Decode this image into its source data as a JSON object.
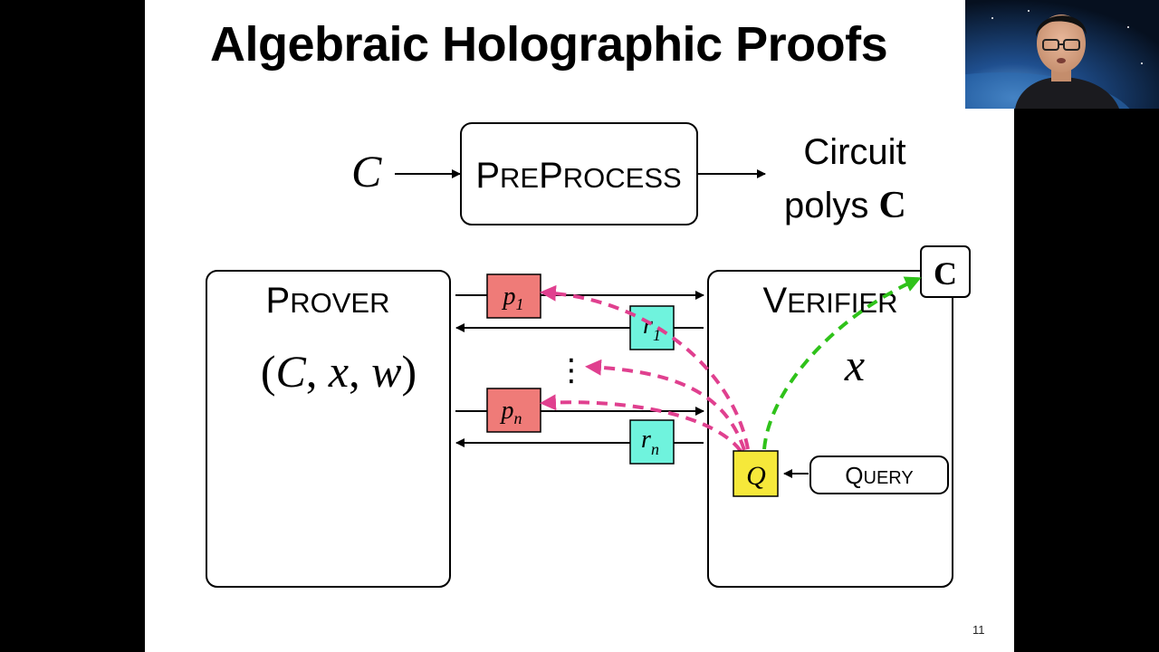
{
  "slide": {
    "title": "Algebraic Holographic Proofs",
    "page_number": "11"
  },
  "preprocess": {
    "input_symbol": "C",
    "box": {
      "first": "P",
      "rest1": "RE",
      "mid": "P",
      "rest2": "ROCESS"
    },
    "output_line1": "Circuit",
    "output_line2_text": "polys ",
    "output_line2_bold": "C"
  },
  "prover": {
    "label": {
      "first": "P",
      "rest": "ROVER"
    },
    "inputs": {
      "open": "(",
      "c": "C",
      "comma1": ", ",
      "x": "x",
      "comma2": ", ",
      "w": "w",
      "close": ")"
    }
  },
  "verifier": {
    "label": {
      "first": "V",
      "rest": "ERIFIER"
    },
    "input": "x",
    "oracle_badge": "C"
  },
  "messages": {
    "p1": {
      "base": "p",
      "sub": "1"
    },
    "r1": {
      "base": "r",
      "sub": "1"
    },
    "dots": "⋮",
    "pn": {
      "base": "p",
      "sub": "n"
    },
    "rn": {
      "base": "r",
      "sub": "n"
    }
  },
  "query": {
    "symbol": "Q",
    "box": {
      "first": "Q",
      "rest": "UERY"
    }
  },
  "colors": {
    "p_box": "#ef7b78",
    "r_box": "#6ff3dd",
    "q_box": "#f6e83a",
    "pink_arrow": "#e0408f",
    "green_arrow": "#2fc21a"
  }
}
